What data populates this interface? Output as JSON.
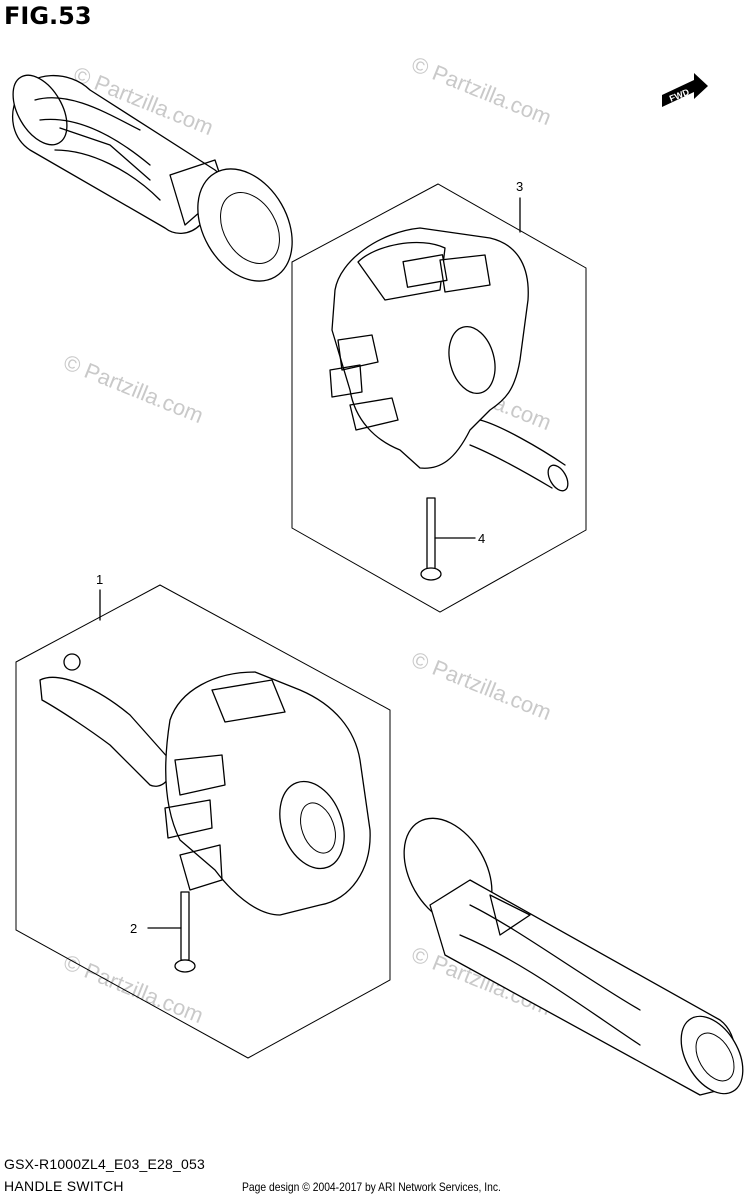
{
  "figure": {
    "title": "FIG.53",
    "fwd_label": "FWD"
  },
  "callouts": [
    {
      "number": "1"
    },
    {
      "number": "2"
    },
    {
      "number": "3"
    },
    {
      "number": "4"
    }
  ],
  "watermark": {
    "text": "© Partzilla.com"
  },
  "footer": {
    "model_code": "GSX-R1000ZL4_E03_E28_053",
    "section_name": "HANDLE SWITCH",
    "credit": "Page design © 2004-2017 by ARI Network Services, Inc."
  }
}
